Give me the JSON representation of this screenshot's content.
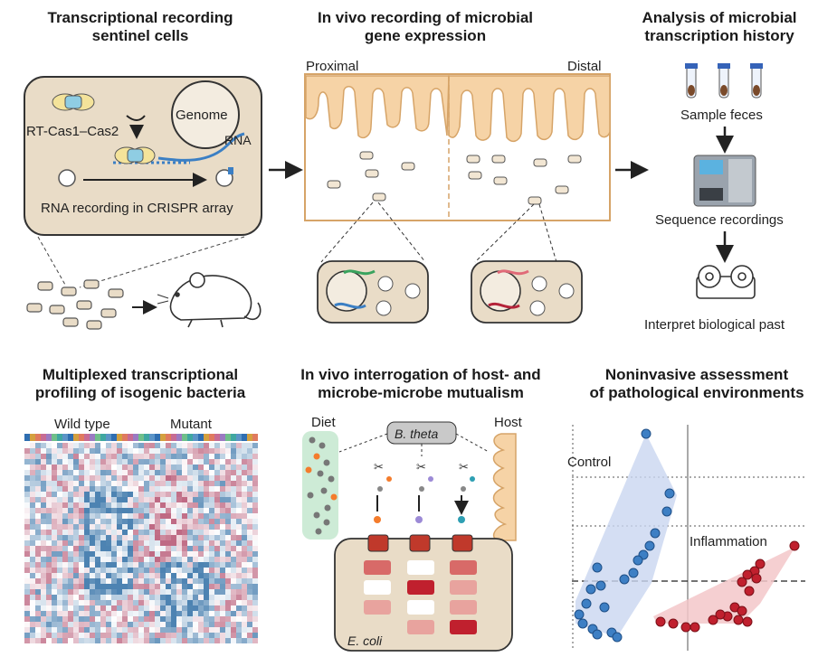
{
  "panels": {
    "recording": {
      "title_line1": "Transcriptional recording",
      "title_line2": "sentinel cells",
      "rt_label": "RT-Cas1–Cas2",
      "genome_label": "Genome",
      "rna_label": "RNA",
      "caption": "RNA recording in CRISPR array"
    },
    "invivo": {
      "title_line1": "In vivo recording of microbial",
      "title_line2": "gene expression",
      "proximal": "Proximal",
      "distal": "Distal"
    },
    "analysis": {
      "title_line1": "Analysis of microbial",
      "title_line2": "transcription history",
      "step1": "Sample feces",
      "step2": "Sequence recordings",
      "step3": "Interpret biological past"
    },
    "multiplexed": {
      "title_line1": "Multiplexed transcriptional",
      "title_line2": "profiling of isogenic bacteria",
      "wild_type": "Wild type",
      "mutant": "Mutant"
    },
    "mutualism": {
      "title_line1": "In vivo interrogation of host- and",
      "title_line2": "microbe-microbe mutualism",
      "diet": "Diet",
      "host": "Host",
      "bthetа": "B. theta",
      "ecoli": "E. coli"
    },
    "noninvasive": {
      "title_line1": "Noninvasive assessment",
      "title_line2": "of pathological environments",
      "control": "Control",
      "inflammation": "Inflammation"
    }
  },
  "colors": {
    "tan": "#e9dcc7",
    "tissue": "#f6d3a6",
    "tissue_edge": "#d6a468",
    "blue_point": "#3d7fc4",
    "red_point": "#c0202e",
    "control_hull": "#c9d6f0",
    "inflam_hull": "#f3c7c9",
    "heat_blue": "#2e6da4",
    "heat_red": "#b4506e"
  }
}
